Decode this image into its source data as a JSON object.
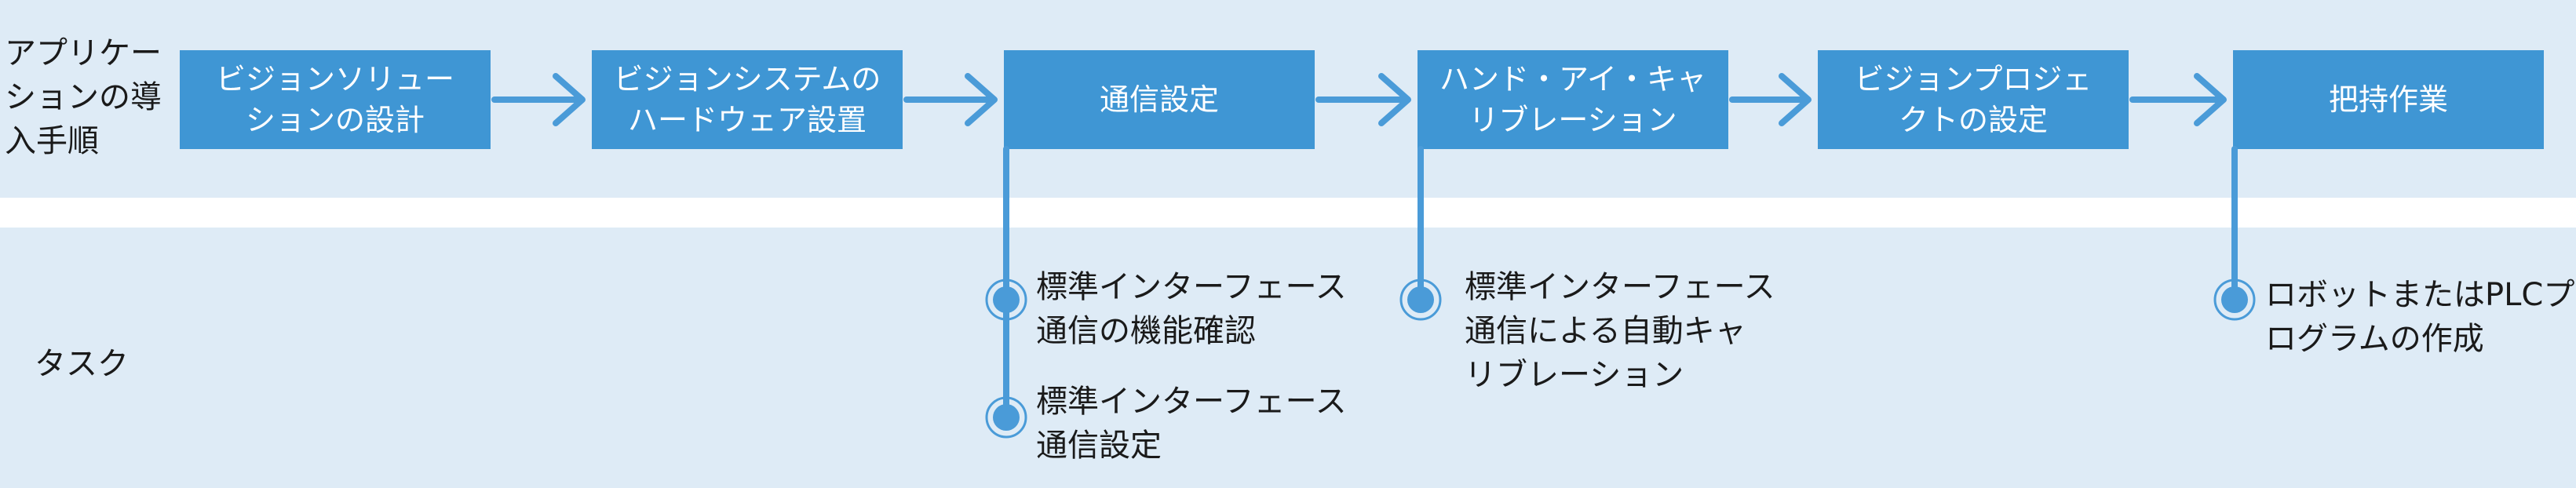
{
  "rows": {
    "procedure_label": "アプリケー\nションの導\n入手順",
    "task_label": "タスク"
  },
  "steps": [
    "ビジョンソリュー\nションの設計",
    "ビジョンシステムの\nハードウェア設置",
    "通信設定",
    "ハンド・アイ・キャ\nリブレーション",
    "ビジョンプロジェ\nクトの設定",
    "把持作業"
  ],
  "tasks": [
    {
      "step": 3,
      "text": "標準インターフェース\n通信の機能確認"
    },
    {
      "step": 3,
      "text": "標準インターフェース\n通信設定"
    },
    {
      "step": 4,
      "text": "標準インターフェース\n通信による自動キャ\nリブレーション"
    },
    {
      "step": 6,
      "text": "ロボットまたはPLCプ\nログラムの作成"
    }
  ],
  "colors": {
    "band": "#deebf6",
    "step_fill": "#3f96d4",
    "connector": "#4a9bd8"
  }
}
